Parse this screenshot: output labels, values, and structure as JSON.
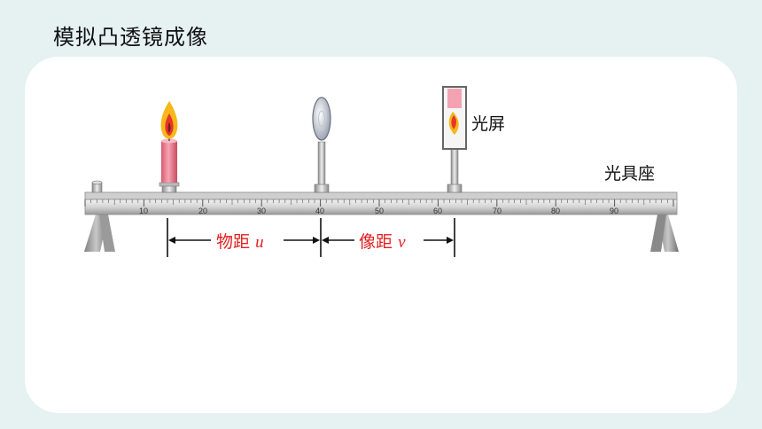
{
  "header": {
    "title": "模拟凸透镜成像"
  },
  "labels": {
    "screen": "光屏",
    "bench": "光具座"
  },
  "ruler": {
    "tick_labels": [
      "10",
      "20",
      "30",
      "40",
      "50",
      "60",
      "70",
      "80",
      "90"
    ]
  },
  "distances": {
    "object_text": "物距",
    "object_var": "u",
    "image_text": "像距",
    "image_var": "v"
  },
  "positions": {
    "candle_cm": 14,
    "lens_cm": 40,
    "screen_cm": 63
  },
  "colors": {
    "distance_labels": "#e41e1e",
    "candle": "#e8788a",
    "flame": "#f6b81a"
  }
}
